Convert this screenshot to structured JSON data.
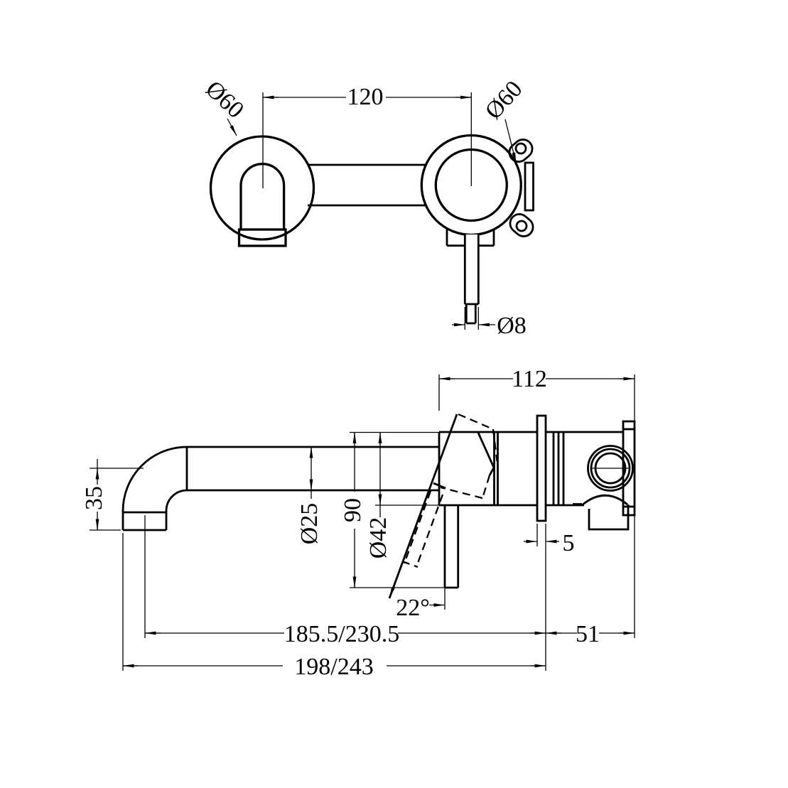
{
  "page": {
    "background": "#ffffff",
    "line_color": "#000000"
  },
  "views": {
    "front_view": {
      "dim_center_distance": "120",
      "dim_left_escutcheon_diameter": "Ø60",
      "dim_right_escutcheon_diameter": "Ø60",
      "dim_lever_diameter": "Ø8"
    },
    "side_view": {
      "dim_total_depth": "112",
      "dim_spout_drop": "35",
      "dim_spout_diameter": "Ø25",
      "dim_handle_drop": "90",
      "dim_handle_base_diameter": "Ø42",
      "dim_handle_angle": "22°",
      "dim_plate_thickness": "5",
      "dim_wall_depth": "51",
      "dim_reach_to_outlet": "185.5/230.5",
      "dim_overall_reach": "198/243"
    }
  }
}
